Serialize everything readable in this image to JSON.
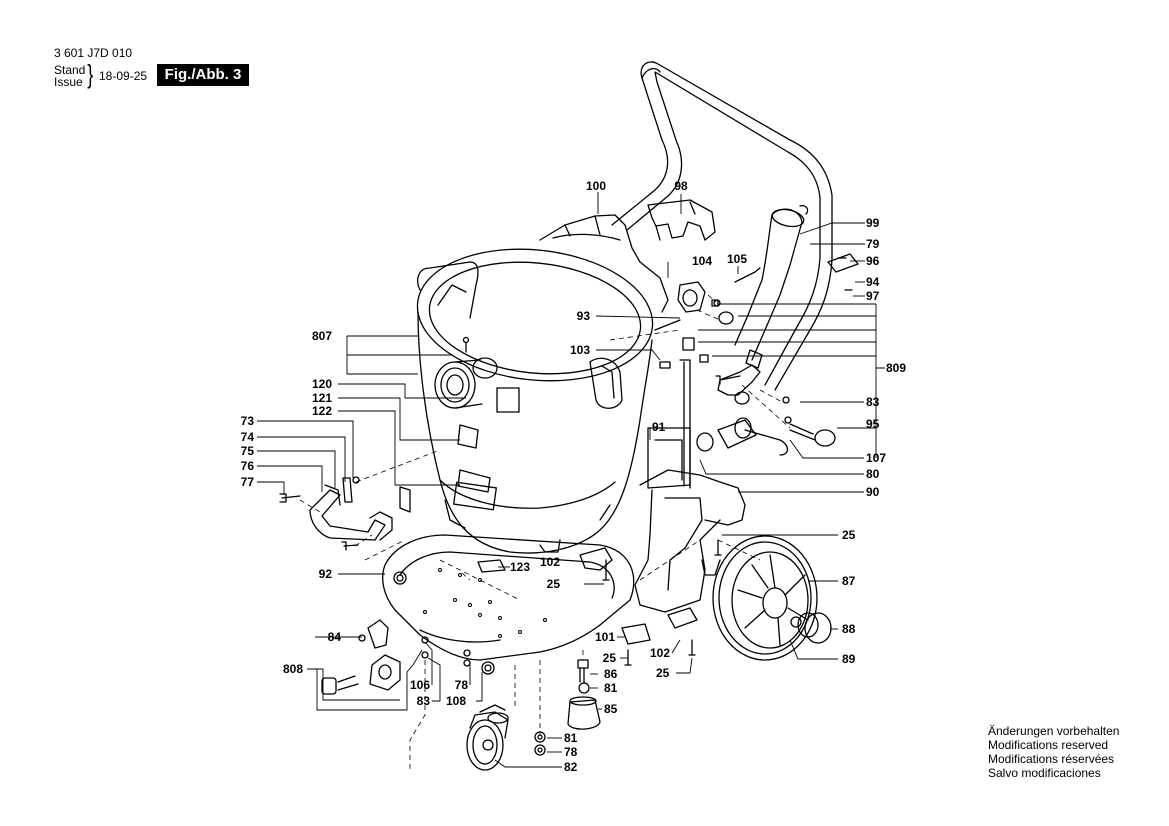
{
  "header": {
    "document_number": "3 601 J7D 010",
    "stand_label": "Stand",
    "issue_label": "Issue",
    "date": "18-09-25",
    "figure_label": "Fig./Abb. 3"
  },
  "notes": [
    "Änderungen vorbehalten",
    "Modifications reserved",
    "Modifications réservées",
    "Salvo modificaciones"
  ],
  "callouts": {
    "c100": "100",
    "c98": "98",
    "c99": "99",
    "c79": "79",
    "c104": "104",
    "c105": "105",
    "c96": "96",
    "c94": "94",
    "c97": "97",
    "c93": "93",
    "c809": "809",
    "c103": "103",
    "c807": "807",
    "c83a": "83",
    "c95": "95",
    "c107": "107",
    "c80": "80",
    "c90": "90",
    "c91": "91",
    "c120": "120",
    "c121": "121",
    "c122": "122",
    "c73": "73",
    "c74": "74",
    "c75": "75",
    "c76": "76",
    "c77": "77",
    "c25a": "25",
    "c87": "87",
    "c102a": "102",
    "c123": "123",
    "c25b": "25",
    "c92": "92",
    "c88": "88",
    "c89": "89",
    "c84": "84",
    "c101": "101",
    "c102b": "102",
    "c25c": "25",
    "c25d": "25",
    "c808": "808",
    "c86": "86",
    "c81a": "81",
    "c106": "106",
    "c78a": "78",
    "c83b": "83",
    "c108": "108",
    "c85": "85",
    "c81b": "81",
    "c78b": "78",
    "c82": "82"
  }
}
